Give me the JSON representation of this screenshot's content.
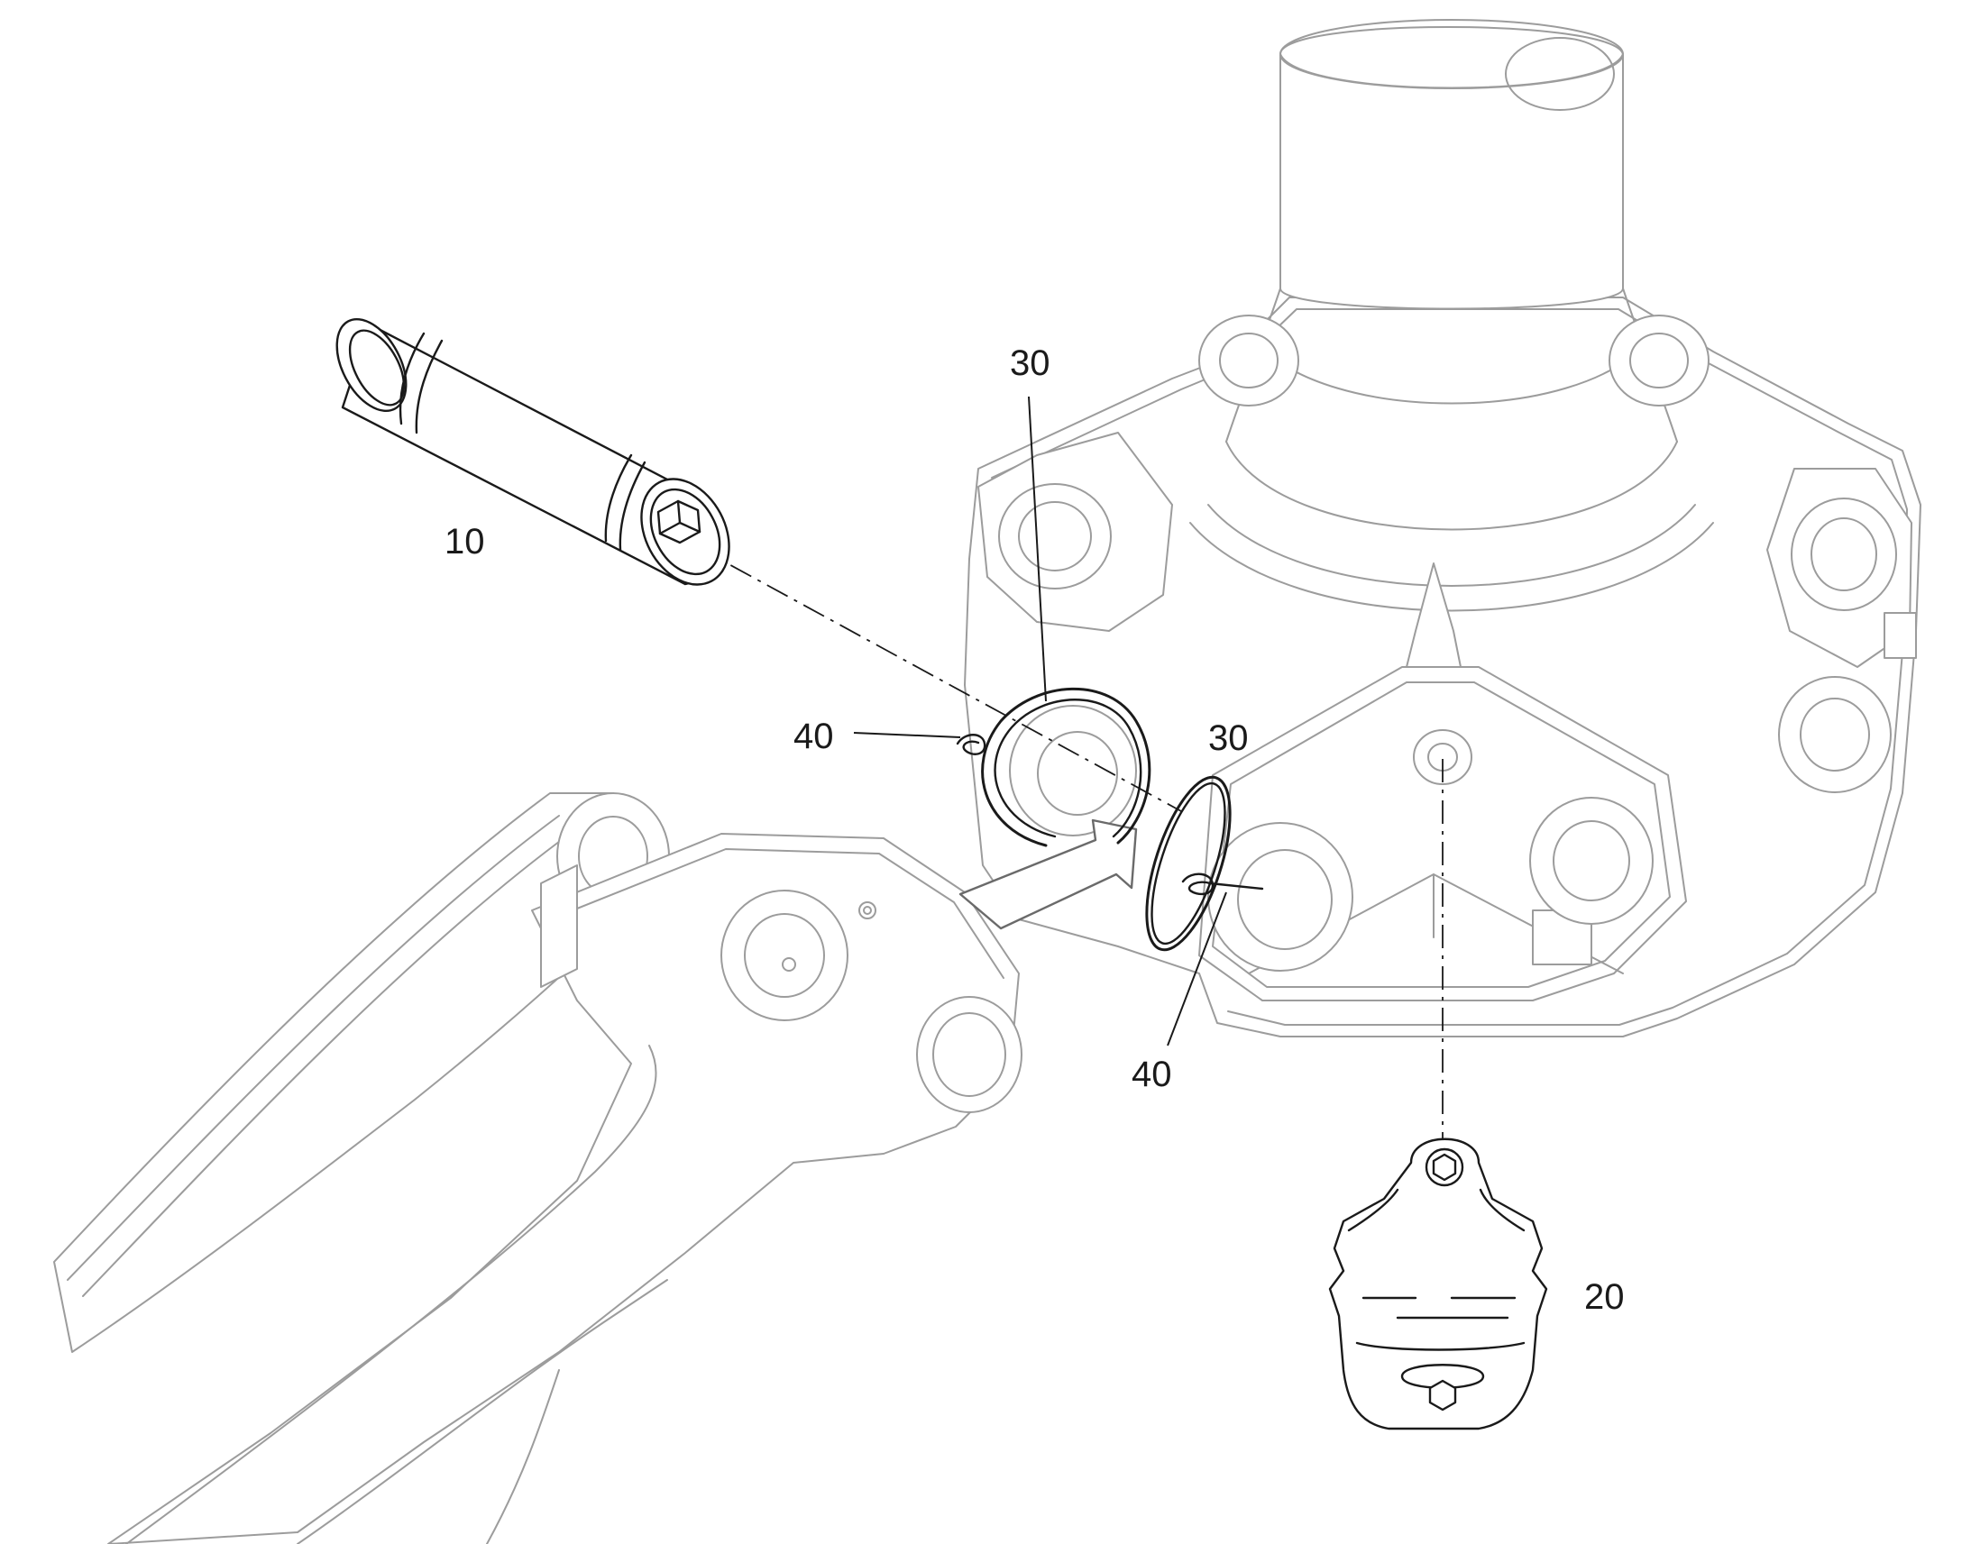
{
  "callouts": {
    "pin": "10",
    "grease_guard": "20",
    "ring_left": "30",
    "ring_right": "30",
    "clip_left": "40",
    "clip_right": "40"
  },
  "colors": {
    "part_line": "#1a1a1a",
    "context_line": "#9c9c9c",
    "background": "#ffffff"
  }
}
